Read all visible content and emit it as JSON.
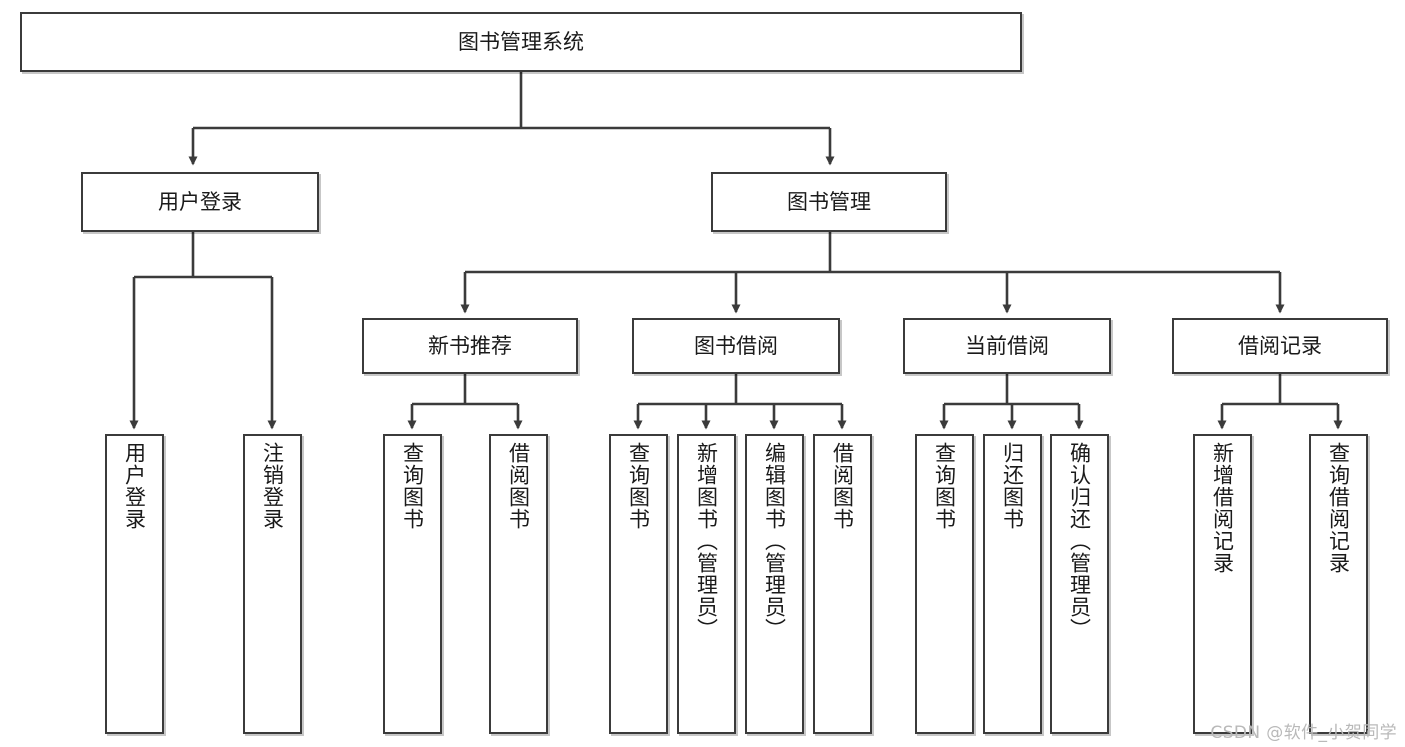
{
  "diagram": {
    "type": "tree",
    "title": "图书管理系统",
    "watermark": "CSDN @软件_小贺同学",
    "colors": {
      "box_border": "#3b3b3b",
      "box_fill": "#ffffff",
      "connector": "#3b3b3b",
      "text": "#1a1a1a",
      "watermark": "#b9b9b9"
    },
    "nodes": {
      "root": "图书管理系统",
      "level2": {
        "user_login": "用户登录",
        "book_management": "图书管理"
      },
      "level3": {
        "new_book_recommend": "新书推荐",
        "book_borrow": "图书借阅",
        "current_borrow": "当前借阅",
        "borrow_record": "借阅记录"
      },
      "leaves": {
        "user_login": [
          "用户登录",
          "注销登录"
        ],
        "new_book_recommend": [
          "查询图书",
          "借阅图书"
        ],
        "book_borrow": [
          "查询图书",
          "新增图书（管理员）",
          "编辑图书（管理员）",
          "借阅图书"
        ],
        "current_borrow": [
          "查询图书",
          "归还图书",
          "确认归还（管理员）"
        ],
        "borrow_record": [
          "新增借阅记录",
          "查询借阅记录"
        ]
      }
    }
  }
}
